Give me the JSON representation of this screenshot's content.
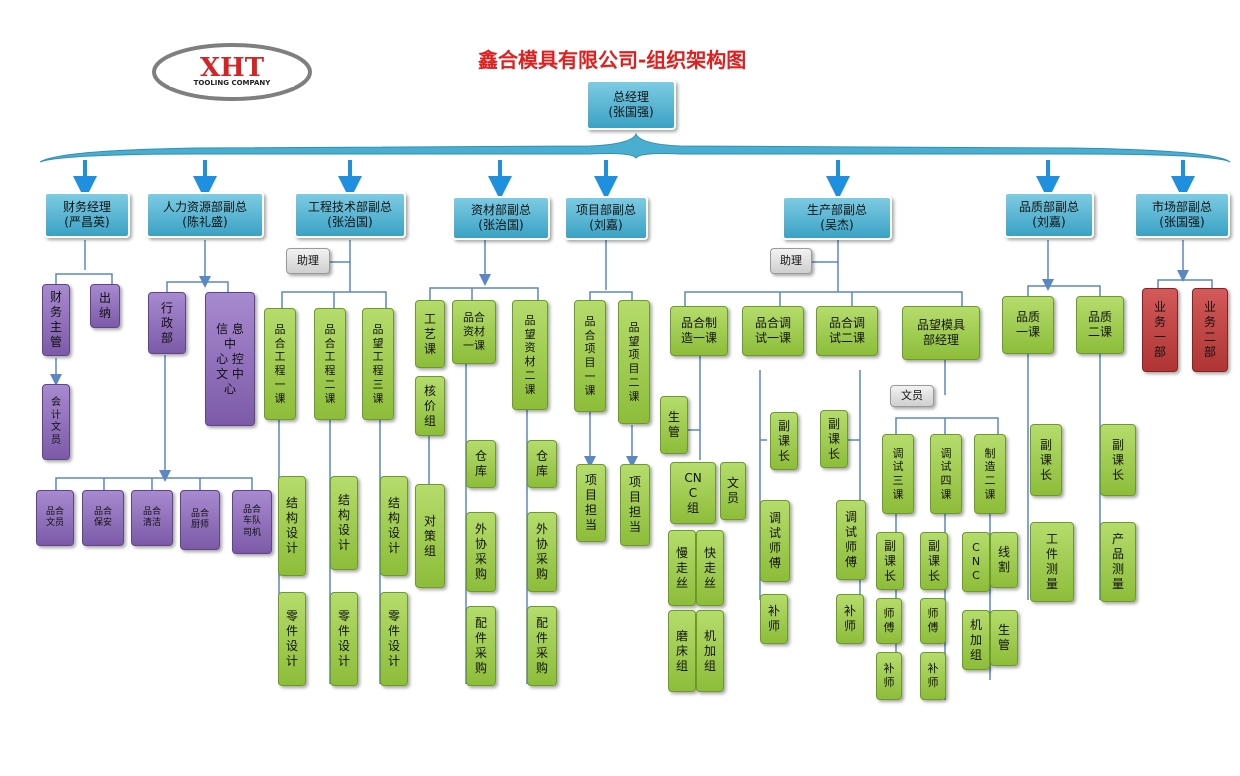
{
  "title": "鑫合模具有限公司-组织架构图",
  "logo": {
    "main": "XHT",
    "sub": "TOOLING COMPANY"
  },
  "nodes": {
    "gm": "总经理\n(张国强)",
    "finance": "财务经理\n(严昌英)",
    "hr": "人力资源部副总\n(陈礼盛)",
    "eng": "工程技术部副总\n(张治国)",
    "material": "资材部副总\n(张治国)",
    "project": "项目部副总\n(刘嘉)",
    "production": "生产部副总\n(吴杰)",
    "quality": "品质部副总\n(刘嘉)",
    "market": "市场部副总\n(张国强)",
    "fin_supervisor": "财\n务\n主\n管",
    "cashier": "出\n纳",
    "accountant": "会\n计\n文\n员",
    "admin": "行\n政\n部",
    "it": "信  息\n中\n心  控\n文 中\n心",
    "hr_clerk": "品合\n文员",
    "hr_security": "品合\n保安",
    "hr_cleaning": "品合\n清洁",
    "hr_cook": "品合\n厨师",
    "hr_driver": "品合\n车队\n司机",
    "eng_assistant": "助理",
    "eng1": "品\n合\n工\n程\n一\n课",
    "eng2": "品\n合\n工\n程\n二\n课",
    "eng3": "品\n望\n工\n程\n三\n课",
    "struct1": "结\n构\n设\n计",
    "struct2": "结\n构\n设\n计",
    "struct3": "结\n构\n设\n计",
    "parts1": "零\n件\n设\n计",
    "parts2": "零\n件\n设\n计",
    "parts3": "零\n件\n设\n计",
    "process": "工\n艺\n课",
    "costing": "核\n价\n组",
    "strategy": "对\n策\n组",
    "mat1": "品合\n资材\n一课",
    "mat2": "品\n望\n资\n材\n二\n课",
    "warehouse1": "仓\n库",
    "warehouse2": "仓\n库",
    "outsource1": "外\n协\n采\n购",
    "outsource2": "外\n协\n采\n购",
    "partsbuy1": "配\n件\n采\n购",
    "partsbuy2": "配\n件\n采\n购",
    "proj1": "品\n合\n项\n目\n一\n课",
    "proj2": "品\n望\n项\n目\n二\n课",
    "pm1": "项\n目\n担\n当",
    "pm2": "项\n目\n担\n当",
    "prod_assistant": "助理",
    "mfg1": "品合制\n造一课",
    "trial1": "品合调\n试一课",
    "trial2": "品合调\n试二课",
    "pw_manager": "品望模具\n部经理",
    "prod_ctrl": "生\n管",
    "cnc": "CN\nC\n组",
    "mfg_clerk": "文\n员",
    "slow_wire": "慢\n走\n丝",
    "fast_wire": "快\n走\n丝",
    "grinding": "磨\n床\n组",
    "machining": "机\n加\n组",
    "t1_deputy": "副\n课\n长",
    "t1_master": "调\n试\n师\n傅",
    "t1_helper": "补\n师",
    "t2_deputy": "副\n课\n长",
    "t2_master": "调\n试\n师\n傅",
    "t2_helper": "补\n师",
    "pw_clerk": "文员",
    "trial3": "调\n试\n三\n课",
    "trial4": "调\n试\n四\n课",
    "mfg2": "制\n造\n二\n课",
    "t3_deputy": "副\n课\n长",
    "t3_master": "师\n傅",
    "t3_helper": "补\n师",
    "t4_deputy": "副\n课\n长",
    "t4_master": "师\n傅",
    "t4_helper": "补\n师",
    "cnc2": "C\nN\nC",
    "wire_cut": "线\n割",
    "machining2": "机\n加\n组",
    "prod_ctrl2": "生\n管",
    "qc1": "品质\n一课",
    "qc2": "品质\n二课",
    "qc1_deputy": "副\n课\n长",
    "qc2_deputy": "副\n课\n长",
    "workpiece_measure": "工\n件\n测\n量",
    "product_measure": "产\n品\n测\n量",
    "sales1": "业\n务\n一\n部",
    "sales2": "业\n务\n二\n部"
  },
  "colors": {
    "blue": "#4aaed0",
    "green": "#9ccb4a",
    "purple": "#8e6cbd",
    "red": "#c24444",
    "line": "#5b87c5",
    "arrow": "#1f8fe0",
    "title": "#e0201f"
  }
}
